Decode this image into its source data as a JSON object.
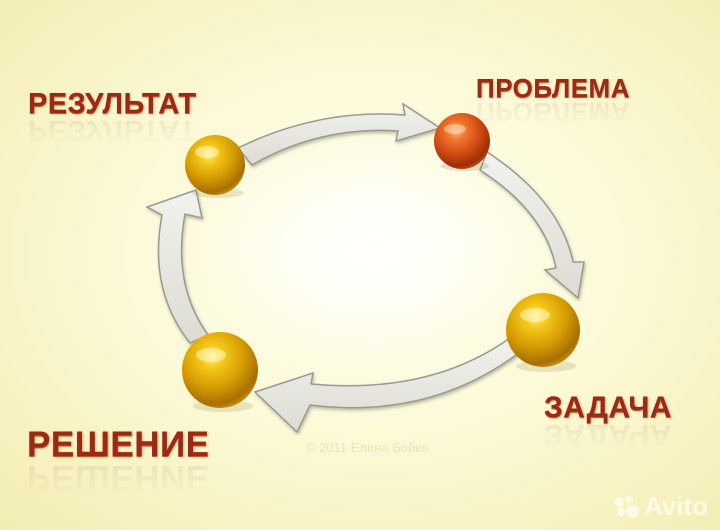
{
  "diagram": {
    "type": "cycle",
    "direction": "clockwise",
    "nodes": [
      {
        "id": "result",
        "label": "РЕЗУЛЬТАТ",
        "sphere_color": "#e0a800",
        "position": "top-left"
      },
      {
        "id": "problem",
        "label": "ПРОБЛЕМА",
        "sphere_color": "#d9531f",
        "position": "top-right"
      },
      {
        "id": "task",
        "label": "ЗАДАЧА",
        "sphere_color": "#e0a800",
        "position": "bottom-right"
      },
      {
        "id": "solution",
        "label": "РЕШЕНИЕ",
        "sphere_color": "#e0a800",
        "position": "bottom-left"
      }
    ],
    "edges": [
      {
        "from": "result",
        "to": "problem"
      },
      {
        "from": "problem",
        "to": "task"
      },
      {
        "from": "task",
        "to": "solution"
      },
      {
        "from": "solution",
        "to": "result"
      }
    ],
    "colors": {
      "label_text": "#9a2a12",
      "arrow_fill": "#e6e6e0",
      "arrow_stroke": "#9a9a92",
      "background": "#fcfad8"
    }
  },
  "watermarks": {
    "copyright": "© 2011 Елена Бойко",
    "brand": "Avito"
  }
}
